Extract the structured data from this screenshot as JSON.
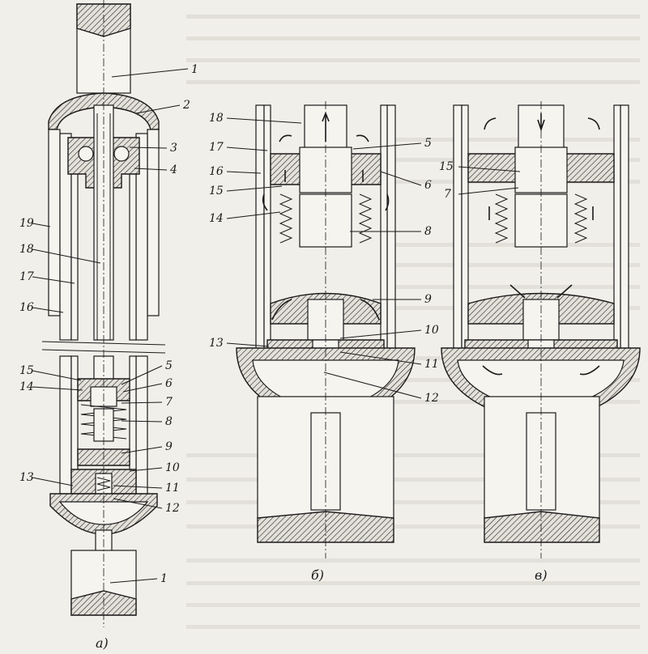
{
  "figure": {
    "parts_a": [
      "1",
      "2",
      "3",
      "4",
      "19",
      "18",
      "17",
      "16",
      "5",
      "6",
      "15",
      "14",
      "7",
      "8",
      "9",
      "10",
      "13",
      "11",
      "12",
      "1"
    ],
    "parts_b": [
      "18",
      "17",
      "16",
      "15",
      "14",
      "13",
      "5",
      "6",
      "8",
      "9",
      "10",
      "11",
      "12"
    ],
    "parts_c": [
      "15",
      "7"
    ],
    "captions": {
      "a": "а)",
      "b": "б)",
      "c": "в)"
    }
  }
}
